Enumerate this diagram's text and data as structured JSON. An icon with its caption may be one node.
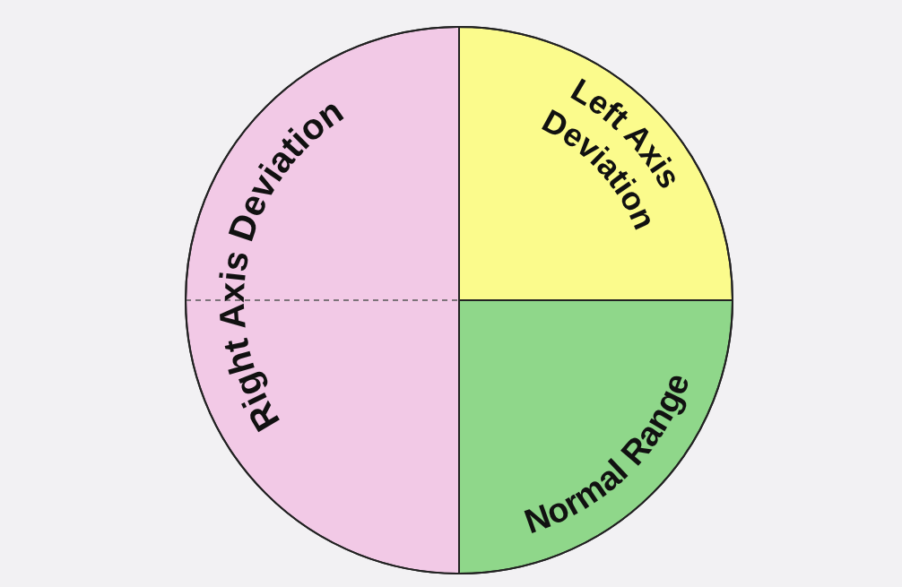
{
  "diagram": {
    "nodes": [
      {
        "text": [
          "Right Axis Deviation"
        ]
      },
      {
        "text": [
          "Left Axis Deviation"
        ]
      },
      {
        "text": [
          "Normal Range"
        ]
      }
    ]
  }
}
